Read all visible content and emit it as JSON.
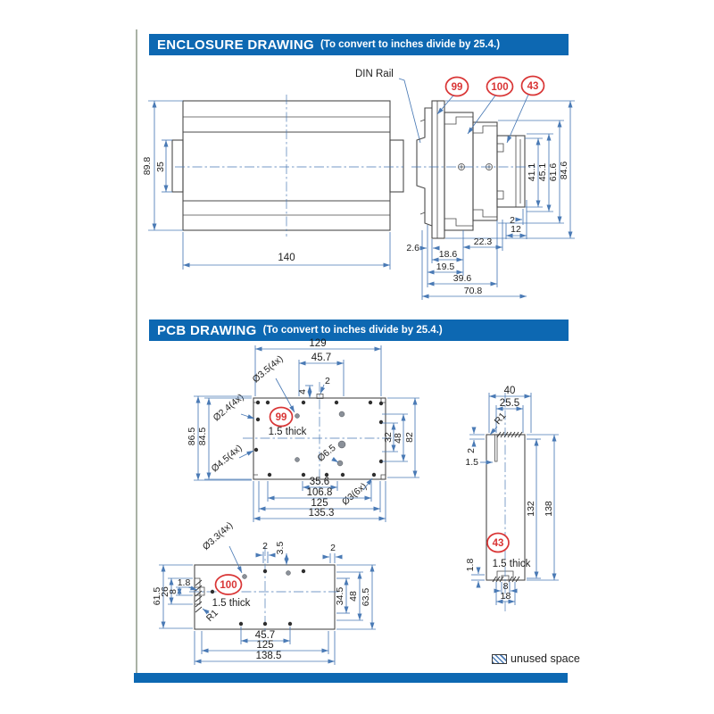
{
  "colors": {
    "header_bg": "#0d68b2",
    "dim_line": "#4a7ab5",
    "callout_red": "#d93535",
    "outline": "#4a4a4a"
  },
  "headers": {
    "enclosure": {
      "title": "ENCLOSURE DRAWING",
      "note": "(To convert to inches divide by 25.4.)"
    },
    "pcb": {
      "title": "PCB DRAWING",
      "note": "(To convert to inches divide by 25.4.)"
    }
  },
  "enclosure": {
    "din_rail": "DIN Rail",
    "callouts": {
      "c99": "99",
      "c100": "100",
      "c43": "43"
    },
    "front": {
      "height": "89.8",
      "rail": "35",
      "width": "140"
    },
    "side": {
      "d41_1": "41.1",
      "d45_1": "45.1",
      "d61_6": "61.6",
      "d84_6": "84.6",
      "d2": "2",
      "d12": "12",
      "d2_6": "2.6",
      "d18_6": "18.6",
      "d22_3": "22.3",
      "d19_5": "19.5",
      "d39_6": "39.6",
      "d70_8": "70.8"
    }
  },
  "pcb99": {
    "callout": "99",
    "thick": "1.5 thick",
    "d129": "129",
    "d45_7": "45.7",
    "d2": "2",
    "d4": "4",
    "d86_5": "86.5",
    "d84_5": "84.5",
    "d32": "32",
    "d48": "48",
    "d82": "82",
    "d35_6": "35.6",
    "d106_8": "106.8",
    "d125": "125",
    "d135_3": "135.3",
    "h3_5": "Ø3.5(4x)",
    "h2_4": "Ø2.4(4x)",
    "h4_5": "Ø4.5(4x)",
    "h6_5": "Ø6.5",
    "h3": "Ø3(6x)"
  },
  "pcb43": {
    "callout": "43",
    "thick": "1.5 thick",
    "d40": "40",
    "d25_5": "25.5",
    "r1": "R1",
    "d2": "2",
    "d1_5": "1.5",
    "d132": "132",
    "d138": "138",
    "d1_8": "1.8",
    "d8": "8",
    "d18": "18"
  },
  "pcb100": {
    "callout": "100",
    "thick": "1.5 thick",
    "h3_3": "Ø3.3(4x)",
    "d2a": "2",
    "d3_5": "3.5",
    "d2b": "2",
    "d61_5": "61.5",
    "d26": "26",
    "d8": "8",
    "d1_8": "1.8",
    "r1": "R1",
    "d34_5": "34.5",
    "d48": "48",
    "d63_5": "63.5",
    "d45_7": "45.7",
    "d125": "125",
    "d138_5": "138.5"
  },
  "legend": {
    "label": "unused space"
  }
}
